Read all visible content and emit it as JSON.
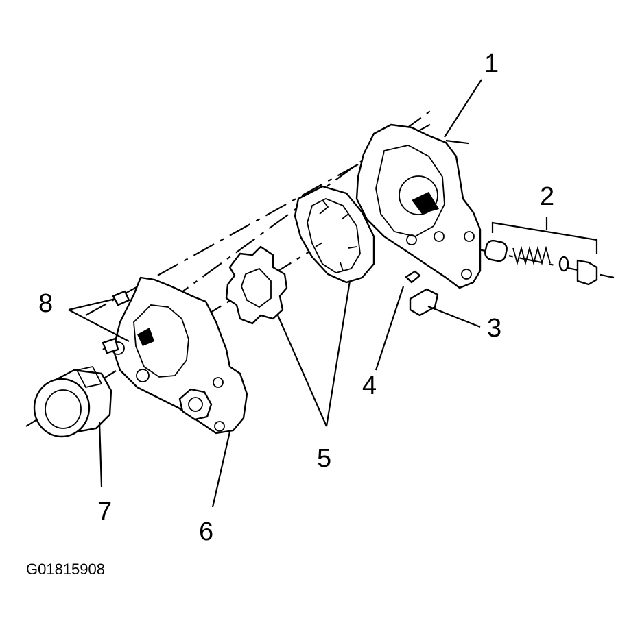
{
  "diagram": {
    "figure_id": "G01815908",
    "callouts": [
      {
        "id": "1",
        "label": "1"
      },
      {
        "id": "2",
        "label": "2"
      },
      {
        "id": "3",
        "label": "3"
      },
      {
        "id": "4",
        "label": "4"
      },
      {
        "id": "5",
        "label": "5"
      },
      {
        "id": "6",
        "label": "6"
      },
      {
        "id": "7",
        "label": "7"
      },
      {
        "id": "8",
        "label": "8"
      }
    ]
  },
  "colors": {
    "line": "#000000",
    "background": "#ffffff"
  }
}
